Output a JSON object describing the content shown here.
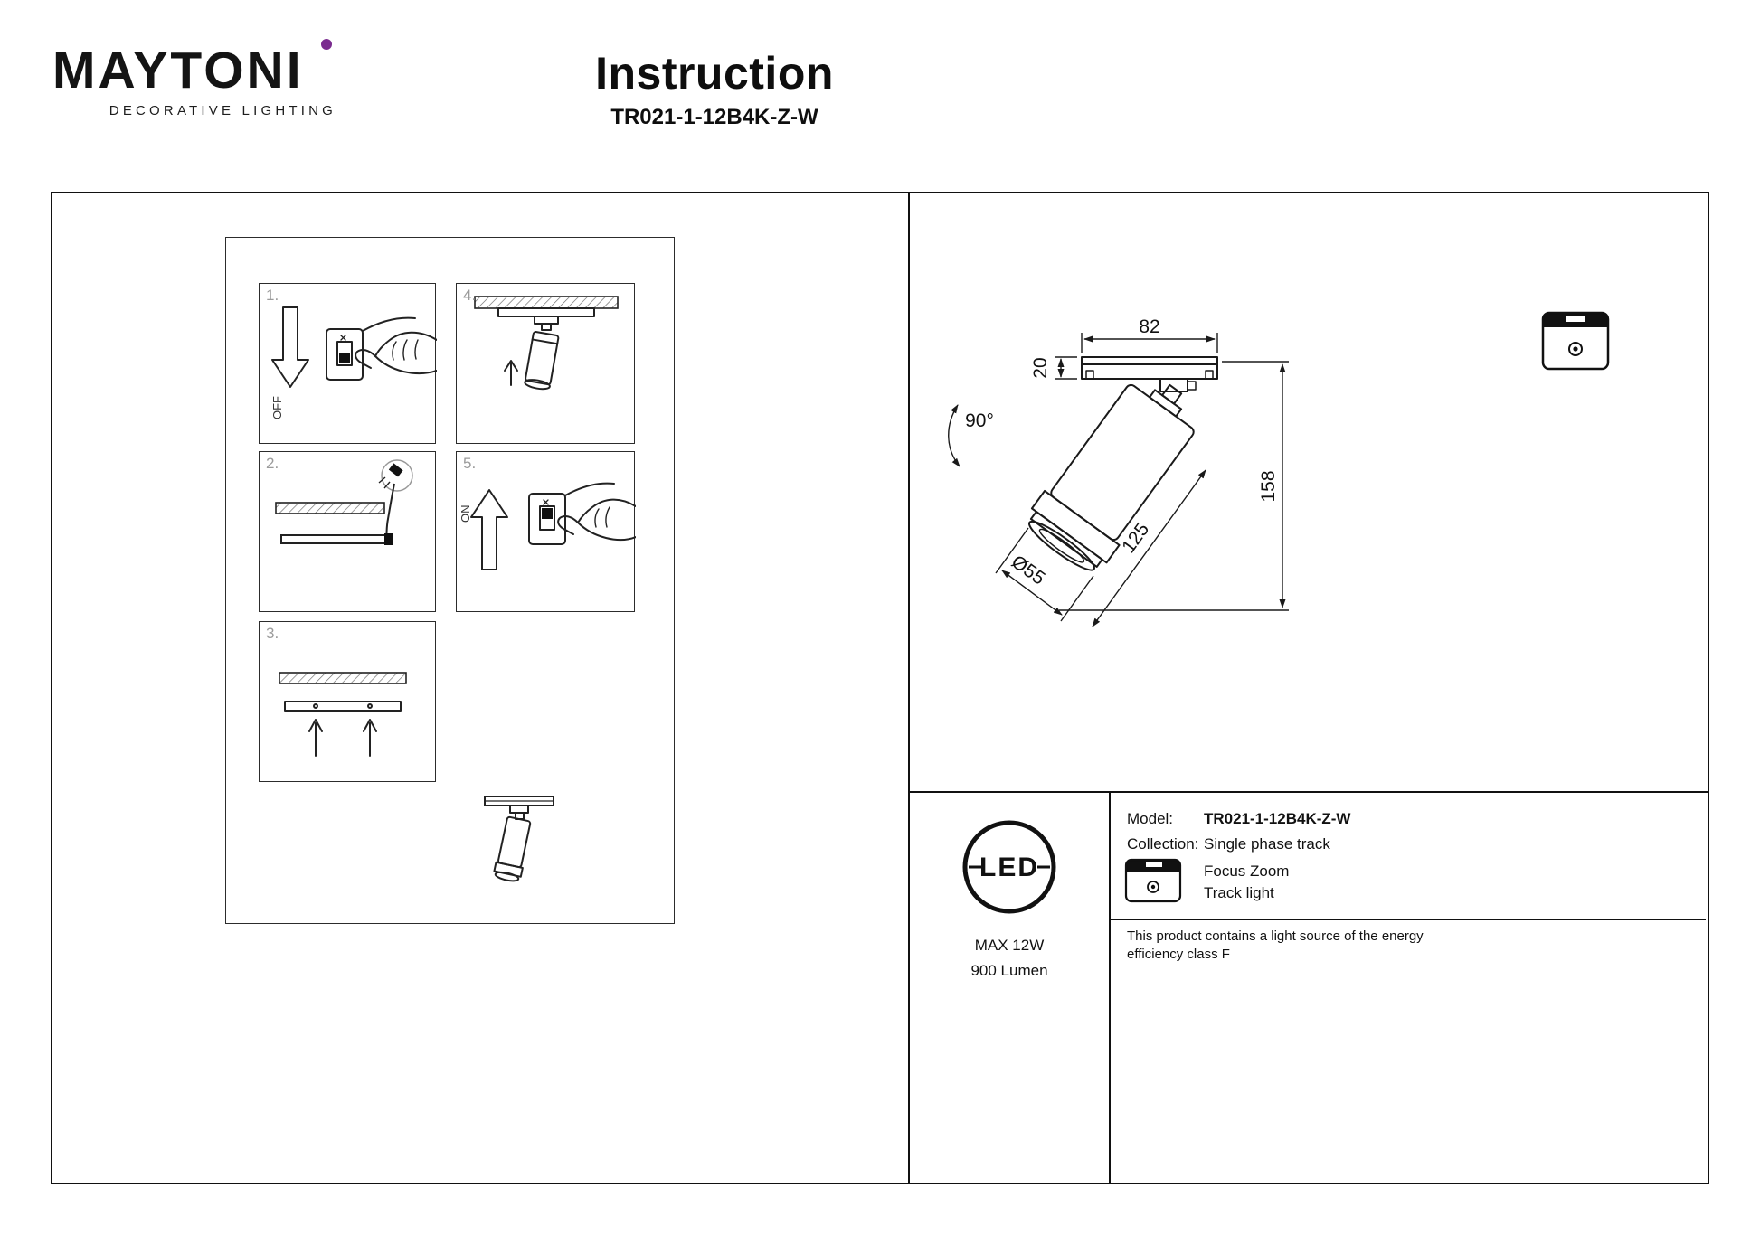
{
  "header": {
    "brand": "MAYTONI",
    "brand_sub": "DECORATIVE LIGHTING",
    "title": "Instruction",
    "model": "TR021-1-12B4K-Z-W"
  },
  "steps": {
    "n1": "1.",
    "n2": "2.",
    "n3": "3.",
    "n4": "4.",
    "n5": "5.",
    "off": "OFF",
    "on": "ON"
  },
  "drawing": {
    "track_width": "82",
    "track_height": "20",
    "rotation": "90°",
    "total_height": "158",
    "body_length": "125",
    "diameter": "Ø55"
  },
  "specs": {
    "led": "LED",
    "max_power": "MAX 12W",
    "luminous_flux": "900 Lumen",
    "model_label": "Model:",
    "model_value": "TR021-1-12B4K-Z-W",
    "collection_label": "Collection:",
    "collection_value": "Single phase track",
    "feature_line1": "Focus Zoom",
    "feature_line2": "Track light",
    "note": "This product contains a light source of the energy efficiency class F"
  },
  "colors": {
    "accent": "#7a2b8f",
    "line": "#1a1a1a"
  }
}
